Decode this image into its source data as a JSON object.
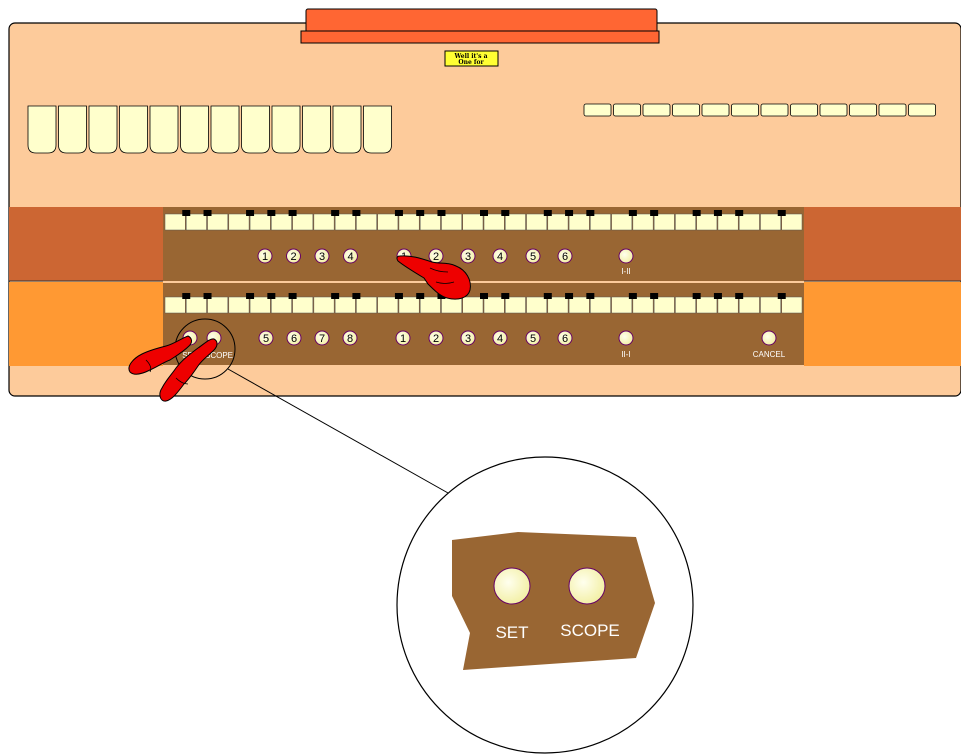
{
  "plaque": {
    "line1": "Well it's a",
    "line2": "One for"
  },
  "manual_upper": {
    "group_a": [
      "1",
      "2",
      "3",
      "4"
    ],
    "group_b": [
      "1",
      "2",
      "3",
      "4",
      "5",
      "6"
    ],
    "coupler_label": "I-II"
  },
  "manual_lower": {
    "left_labels": [
      "SET",
      "SCOPE"
    ],
    "group_a": [
      "5",
      "6",
      "7",
      "8"
    ],
    "group_b": [
      "1",
      "2",
      "3",
      "4",
      "5",
      "6"
    ],
    "coupler_label": "II-I",
    "cancel_label": "CANCEL"
  },
  "zoom": {
    "set_label": "SET",
    "scope_label": "SCOPE"
  },
  "colors": {
    "console": "#fdcb9b",
    "music_desk": "#ff6633",
    "upper_side_panel": "#cc6633",
    "lower_side_panel": "#ff9933",
    "key_rail": "#996633",
    "piston": "#ffffcc",
    "hand": "#ee0000"
  }
}
